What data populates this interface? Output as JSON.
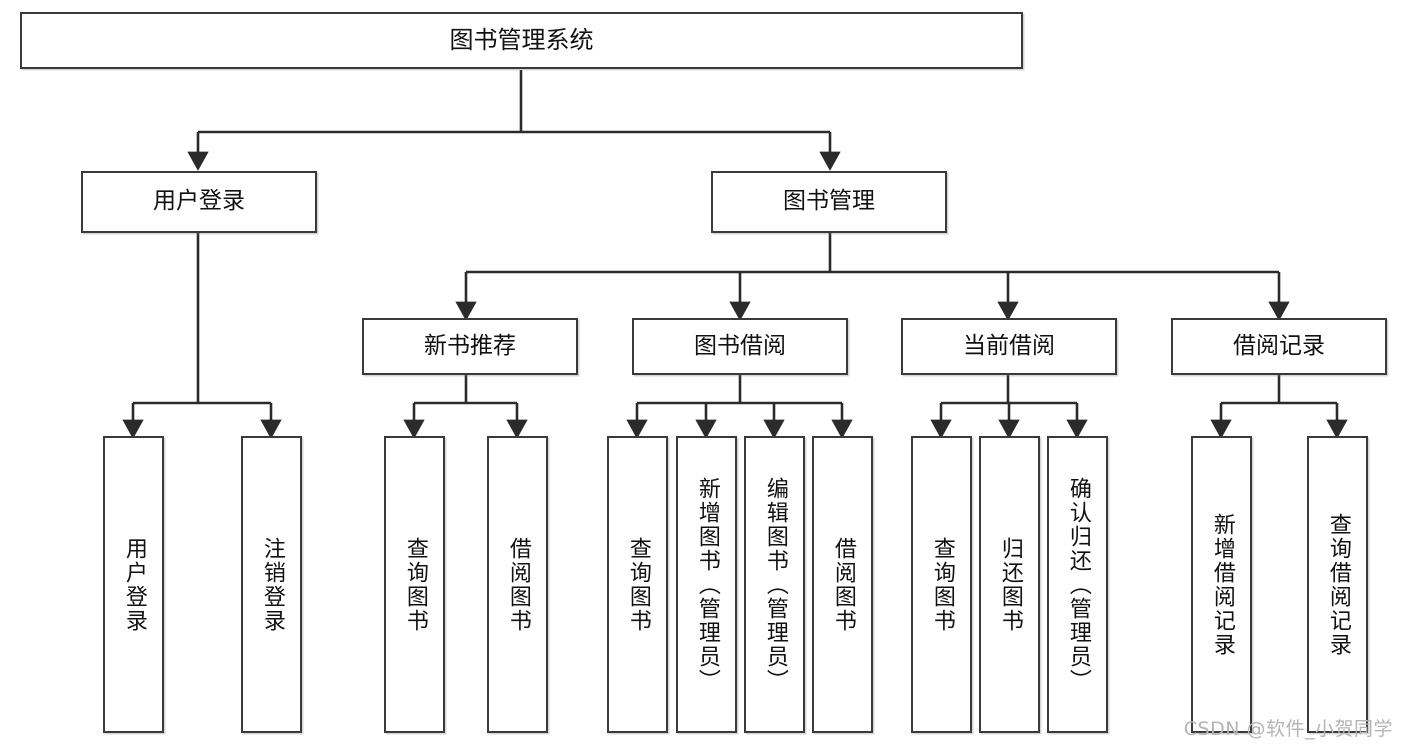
{
  "diagram": {
    "type": "tree",
    "title": "图书管理系统",
    "watermark": "CSDN @软件_小贺同学",
    "colors": {
      "node_border": "#3a3a3a",
      "node_fill": "#ffffff",
      "edge": "#2b2b2b",
      "text": "#111111",
      "watermark": "#b4b4b4"
    },
    "nodes": {
      "root": "图书管理系统",
      "level2": [
        "用户登录",
        "图书管理"
      ],
      "level3": [
        "新书推荐",
        "图书借阅",
        "当前借阅",
        "借阅记录"
      ],
      "leaves": {
        "user_login": [
          "用户登录",
          "注销登录"
        ],
        "new_book_recommend": [
          "查询图书",
          "借阅图书"
        ],
        "book_borrow": [
          "查询图书",
          "新增图书（管理员）",
          "编辑图书（管理员）",
          "借阅图书"
        ],
        "current_borrow": [
          "查询图书",
          "归还图书",
          "确认归还（管理员）"
        ],
        "borrow_record": [
          "新增借阅记录",
          "查询借阅记录"
        ]
      }
    }
  }
}
